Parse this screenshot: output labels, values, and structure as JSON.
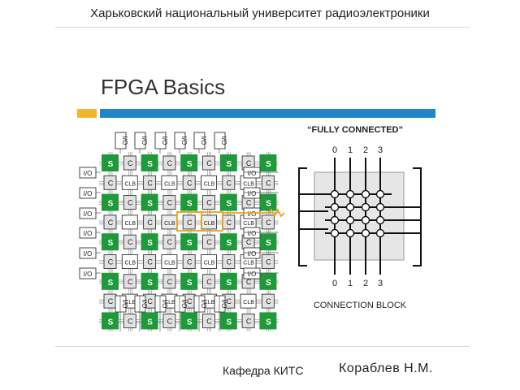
{
  "header": {
    "university": "Харьковский национальный университет радиоэлектроники"
  },
  "slide": {
    "title": "FPGA Basics"
  },
  "diagram": {
    "io_label": "I/O",
    "switch_label": "S",
    "conn_label": "C",
    "clb_label": "CLB",
    "fully_connected": "“FULLY CONNECTED”",
    "connection_block": "CONNECTION BLOCK",
    "col_indices": [
      "0",
      "1",
      "2",
      "3"
    ]
  },
  "footer": {
    "department": "Кафедра КИТС",
    "author": "Кораблев Н.М."
  }
}
